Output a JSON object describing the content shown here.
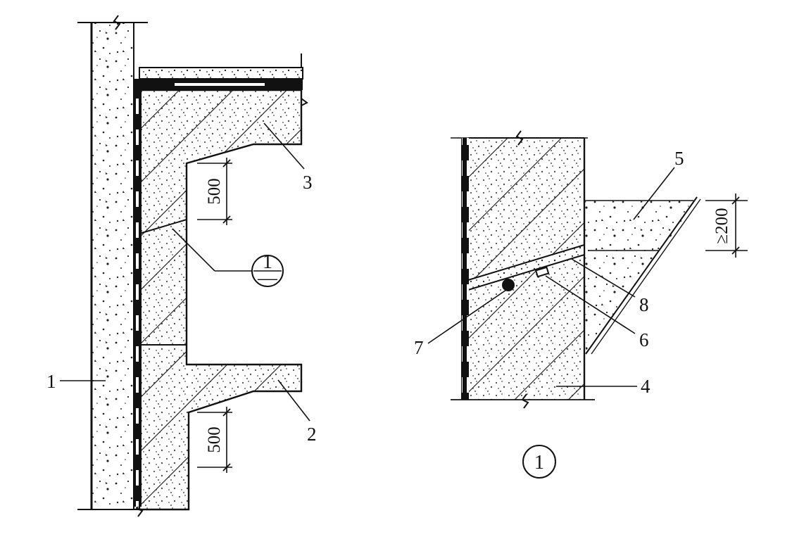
{
  "left_section": {
    "callouts": [
      "1",
      "2",
      "3"
    ],
    "dim_upper": "500",
    "dim_lower": "500",
    "detail_ref": {
      "numerator": "1",
      "denominator": "—"
    }
  },
  "right_section": {
    "callouts": [
      "4",
      "5",
      "6",
      "7",
      "8"
    ],
    "dim_text": "≥200",
    "detail_title": "1"
  }
}
